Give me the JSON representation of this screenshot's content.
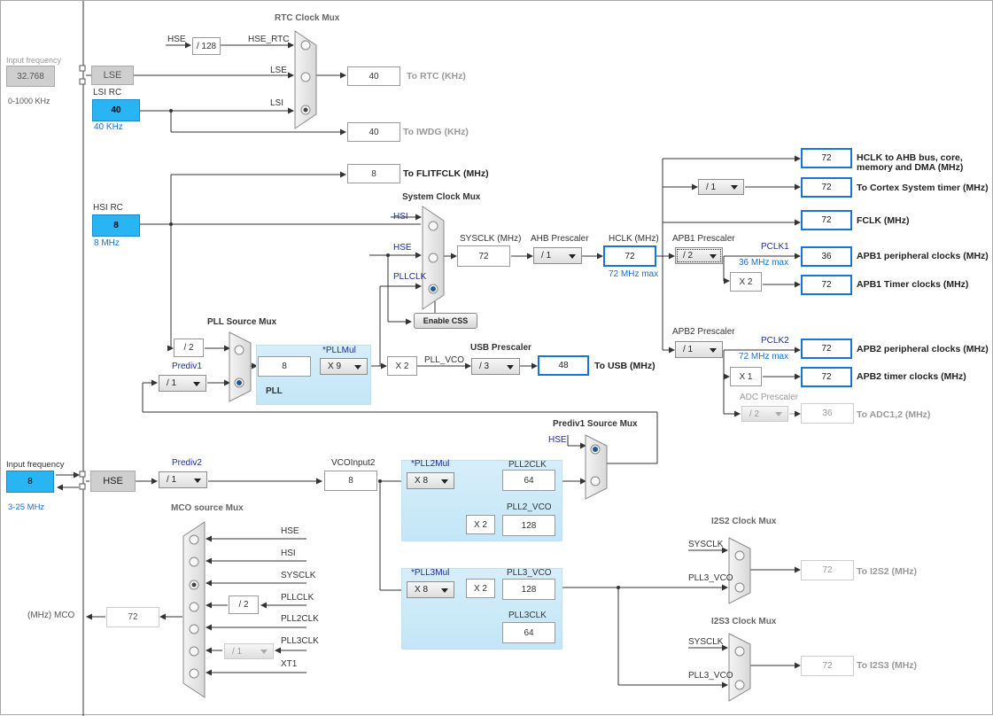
{
  "rtc_mux": {
    "title": "RTC Clock Mux",
    "hse_label": "HSE",
    "div128": "/ 128",
    "hse_rtc": "HSE_RTC",
    "lse_line": "LSE",
    "lsi_line": "LSI",
    "to_rtc_value": "40",
    "to_rtc_label": "To RTC (KHz)",
    "to_iwdg_value": "40",
    "to_iwdg_label": "To IWDG (KHz)"
  },
  "lse": {
    "freq_label": "Input frequency",
    "freq_value": "32.768",
    "range": "0-1000 KHz",
    "block": "LSE"
  },
  "lsi": {
    "title": "LSI RC",
    "value": "40",
    "unit": "40 KHz"
  },
  "hsi": {
    "title": "HSI RC",
    "value": "8",
    "unit": "8 MHz"
  },
  "flitf": {
    "value": "8",
    "label": "To FLITFCLK (MHz)"
  },
  "sys_mux": {
    "title": "System Clock Mux",
    "hsi": "HSI",
    "hse": "HSE",
    "pllclk": "PLLCLK",
    "enable_css": "Enable CSS"
  },
  "sysclk": {
    "label": "SYSCLK (MHz)",
    "value": "72"
  },
  "ahb": {
    "label": "AHB Prescaler",
    "value": "/ 1"
  },
  "hclk": {
    "label": "HCLK (MHz)",
    "value": "72",
    "max": "72 MHz max"
  },
  "outputs": {
    "hclk_val": "72",
    "hclk_label_1": "HCLK to AHB bus, core,",
    "hclk_label_2": "memory and DMA (MHz)",
    "cortex_div": "/ 1",
    "cortex_val": "72",
    "cortex_label": "To Cortex System timer (MHz)",
    "fclk_val": "72",
    "fclk_label": "FCLK (MHz)"
  },
  "apb1": {
    "label": "APB1 Prescaler",
    "value": "/ 2",
    "pclk": "PCLK1",
    "max": "36 MHz max",
    "periph_val": "36",
    "periph_label": "APB1 peripheral clocks (MHz)",
    "timer_mul": "X 2",
    "timer_val": "72",
    "timer_label": "APB1 Timer clocks (MHz)"
  },
  "apb2": {
    "label": "APB2 Prescaler",
    "value": "/ 1",
    "pclk": "PCLK2",
    "max": "72 MHz max",
    "periph_val": "72",
    "periph_label": "APB2 peripheral clocks (MHz)",
    "timer_mul": "X 1",
    "timer_val": "72",
    "timer_label": "APB2 timer clocks (MHz)"
  },
  "adc": {
    "label": "ADC Prescaler",
    "value": "/ 2",
    "out_val": "36",
    "out_label": "To ADC1,2 (MHz)"
  },
  "pll": {
    "source_mux": "PLL Source Mux",
    "div2": "/ 2",
    "prediv1_label": "Prediv1",
    "prediv1_value": "/ 1",
    "input": "8",
    "pllmul_label": "*PLLMul",
    "pllmul_value": "X 9",
    "title": "PLL",
    "x2": "X 2",
    "pll_vco": "PLL_VCO"
  },
  "usb": {
    "label": "USB Prescaler",
    "value": "/ 3",
    "out_val": "48",
    "out_label": "To USB (MHz)"
  },
  "hse": {
    "freq_label": "Input frequency",
    "freq_value": "8",
    "range": "3-25 MHz",
    "block": "HSE"
  },
  "prediv2": {
    "label": "Prediv2",
    "value": "/ 1"
  },
  "prediv1_mux": {
    "title": "Prediv1 Source Mux",
    "hse": "HSE"
  },
  "vco": {
    "label": "VCOInput2",
    "value": "8"
  },
  "pll2": {
    "mul_label": "*PLL2Mul",
    "mul_value": "X 8",
    "clk_label": "PLL2CLK",
    "clk_val": "64",
    "vco_label": "PLL2_VCO",
    "x2": "X 2",
    "vco_val": "128"
  },
  "pll3": {
    "mul_label": "*PLL3Mul",
    "mul_value": "X 8",
    "vco_label": "PLL3_VCO",
    "x2": "X 2",
    "vco_val": "128",
    "clk_label": "PLL3CLK",
    "clk_val": "64"
  },
  "mco": {
    "title": "MCO source Mux",
    "hse": "HSE",
    "hsi": "HSI",
    "sysclk": "SYSCLK",
    "pllclk": "PLLCLK",
    "div2": "/ 2",
    "pll2clk": "PLL2CLK",
    "pll3clk": "PLL3CLK",
    "pll3div": "/ 1",
    "xt1": "XT1",
    "value": "72",
    "label": "(MHz) MCO"
  },
  "i2s2": {
    "title": "I2S2 Clock Mux",
    "sysclk": "SYSCLK",
    "pll3vco": "PLL3_VCO",
    "value": "72",
    "label": "To I2S2 (MHz)"
  },
  "i2s3": {
    "title": "I2S3 Clock Mux",
    "sysclk": "SYSCLK",
    "pll3vco": "PLL3_VCO",
    "value": "72",
    "label": "To I2S3 (MHz)"
  },
  "colors": {
    "accent": "#1874d6",
    "fill": "#29b5f3",
    "panel": "#cbe9f8",
    "line": "#333333"
  }
}
